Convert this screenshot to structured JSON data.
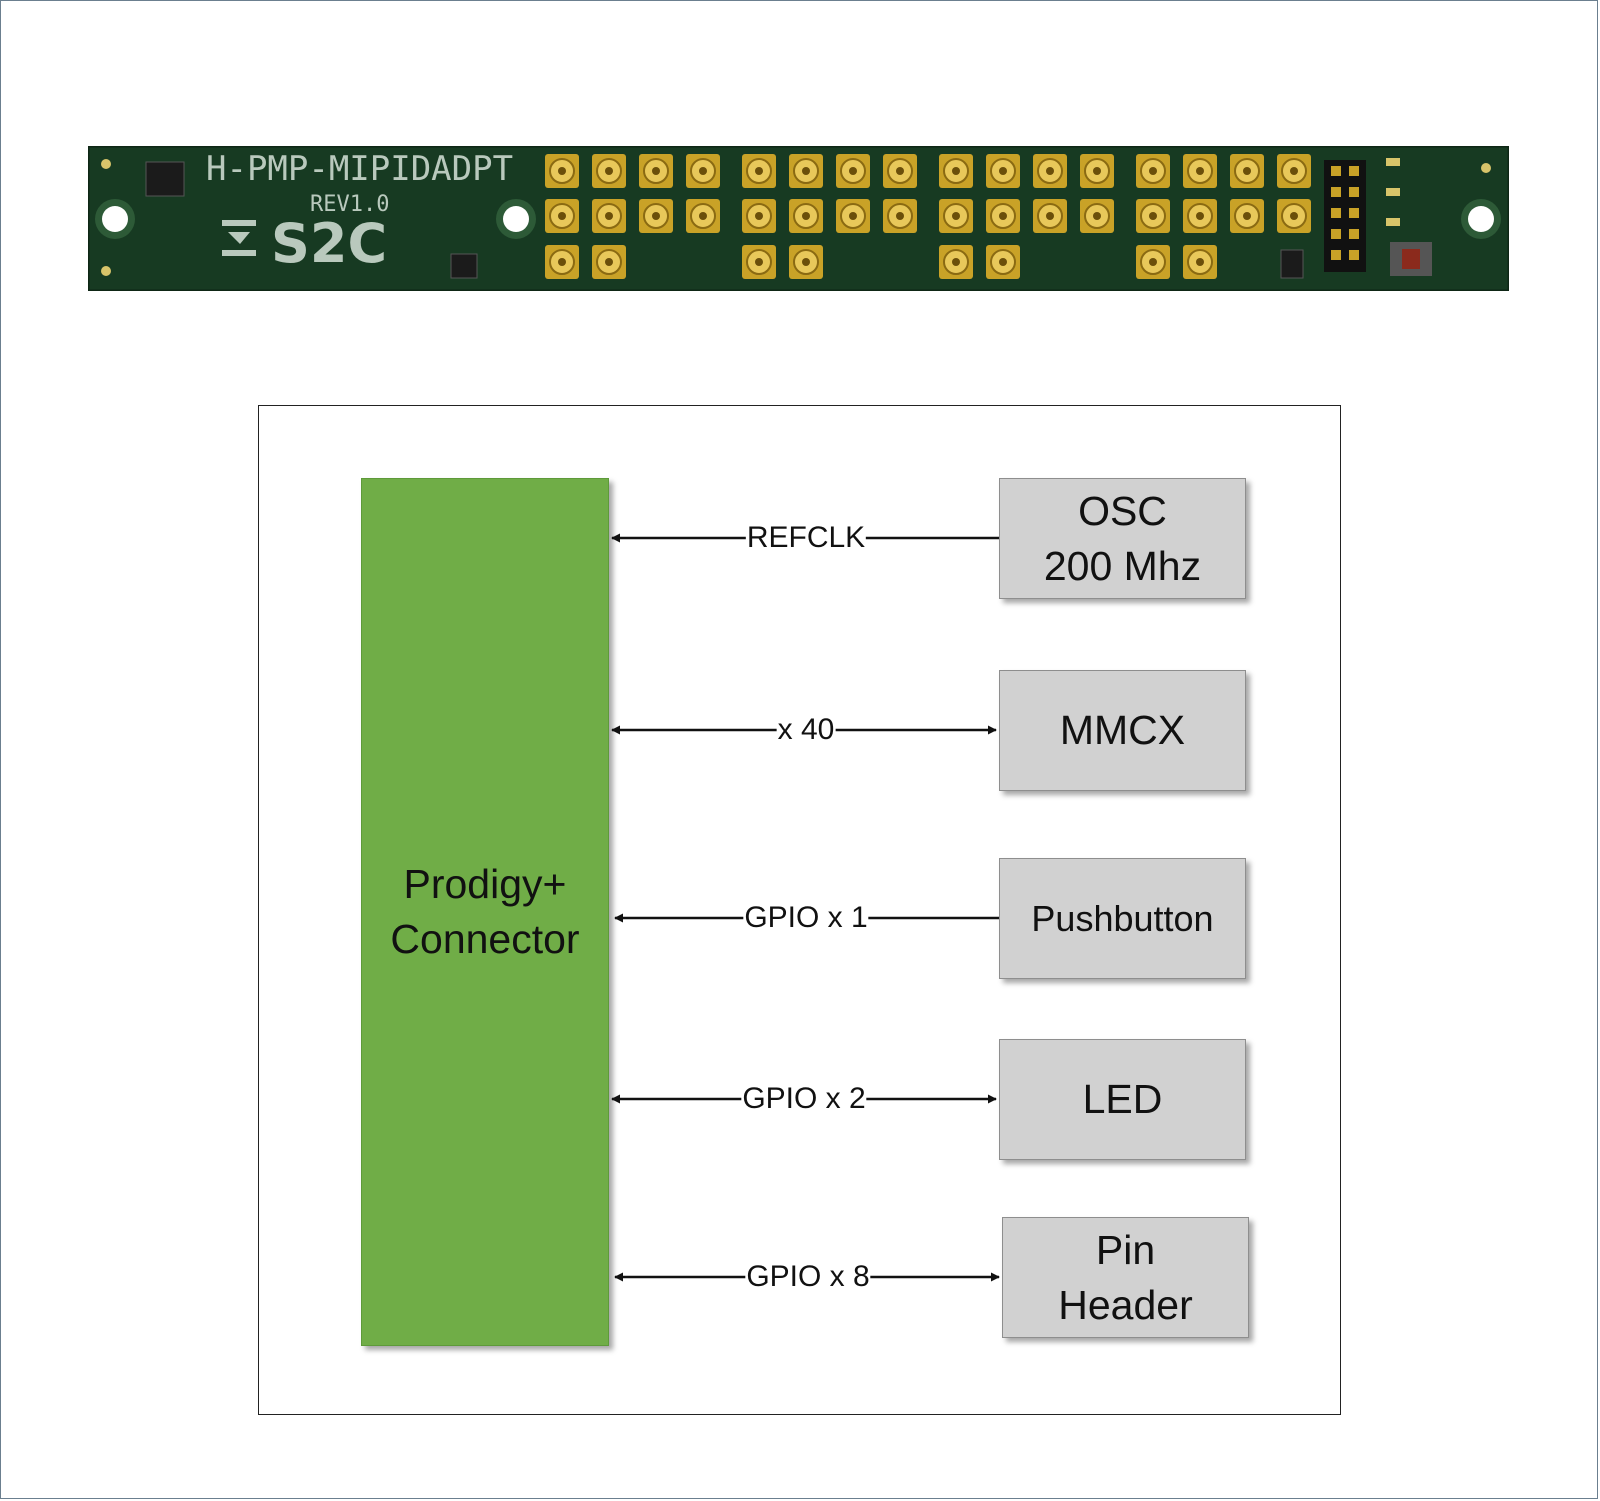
{
  "board": {
    "name": "H-PMP-MIPIDADPT",
    "revision": "REV1.0",
    "logo": "S2C",
    "pcb_color": "#173a22",
    "connector_color": "#c9a227"
  },
  "diagram": {
    "connector": {
      "label": "Prodigy+\nConnector",
      "color": "#70ad47"
    },
    "blocks": [
      {
        "id": "osc",
        "label": "OSC\n200 Mhz",
        "color": "#d1d1d1"
      },
      {
        "id": "mmcx",
        "label": "MMCX",
        "color": "#d1d1d1"
      },
      {
        "id": "pushbutton",
        "label": "Pushbutton",
        "color": "#d1d1d1"
      },
      {
        "id": "led",
        "label": "LED",
        "color": "#d1d1d1"
      },
      {
        "id": "pin_header",
        "label": "Pin\nHeader",
        "color": "#d1d1d1"
      }
    ],
    "links": [
      {
        "label": "REFCLK",
        "direction": "to-connector"
      },
      {
        "label": "x 40",
        "direction": "bidirectional"
      },
      {
        "label": "GPIO x 1",
        "direction": "to-connector"
      },
      {
        "label": "GPIO x 2",
        "direction": "bidirectional"
      },
      {
        "label": "GPIO x 8",
        "direction": "bidirectional"
      }
    ]
  }
}
